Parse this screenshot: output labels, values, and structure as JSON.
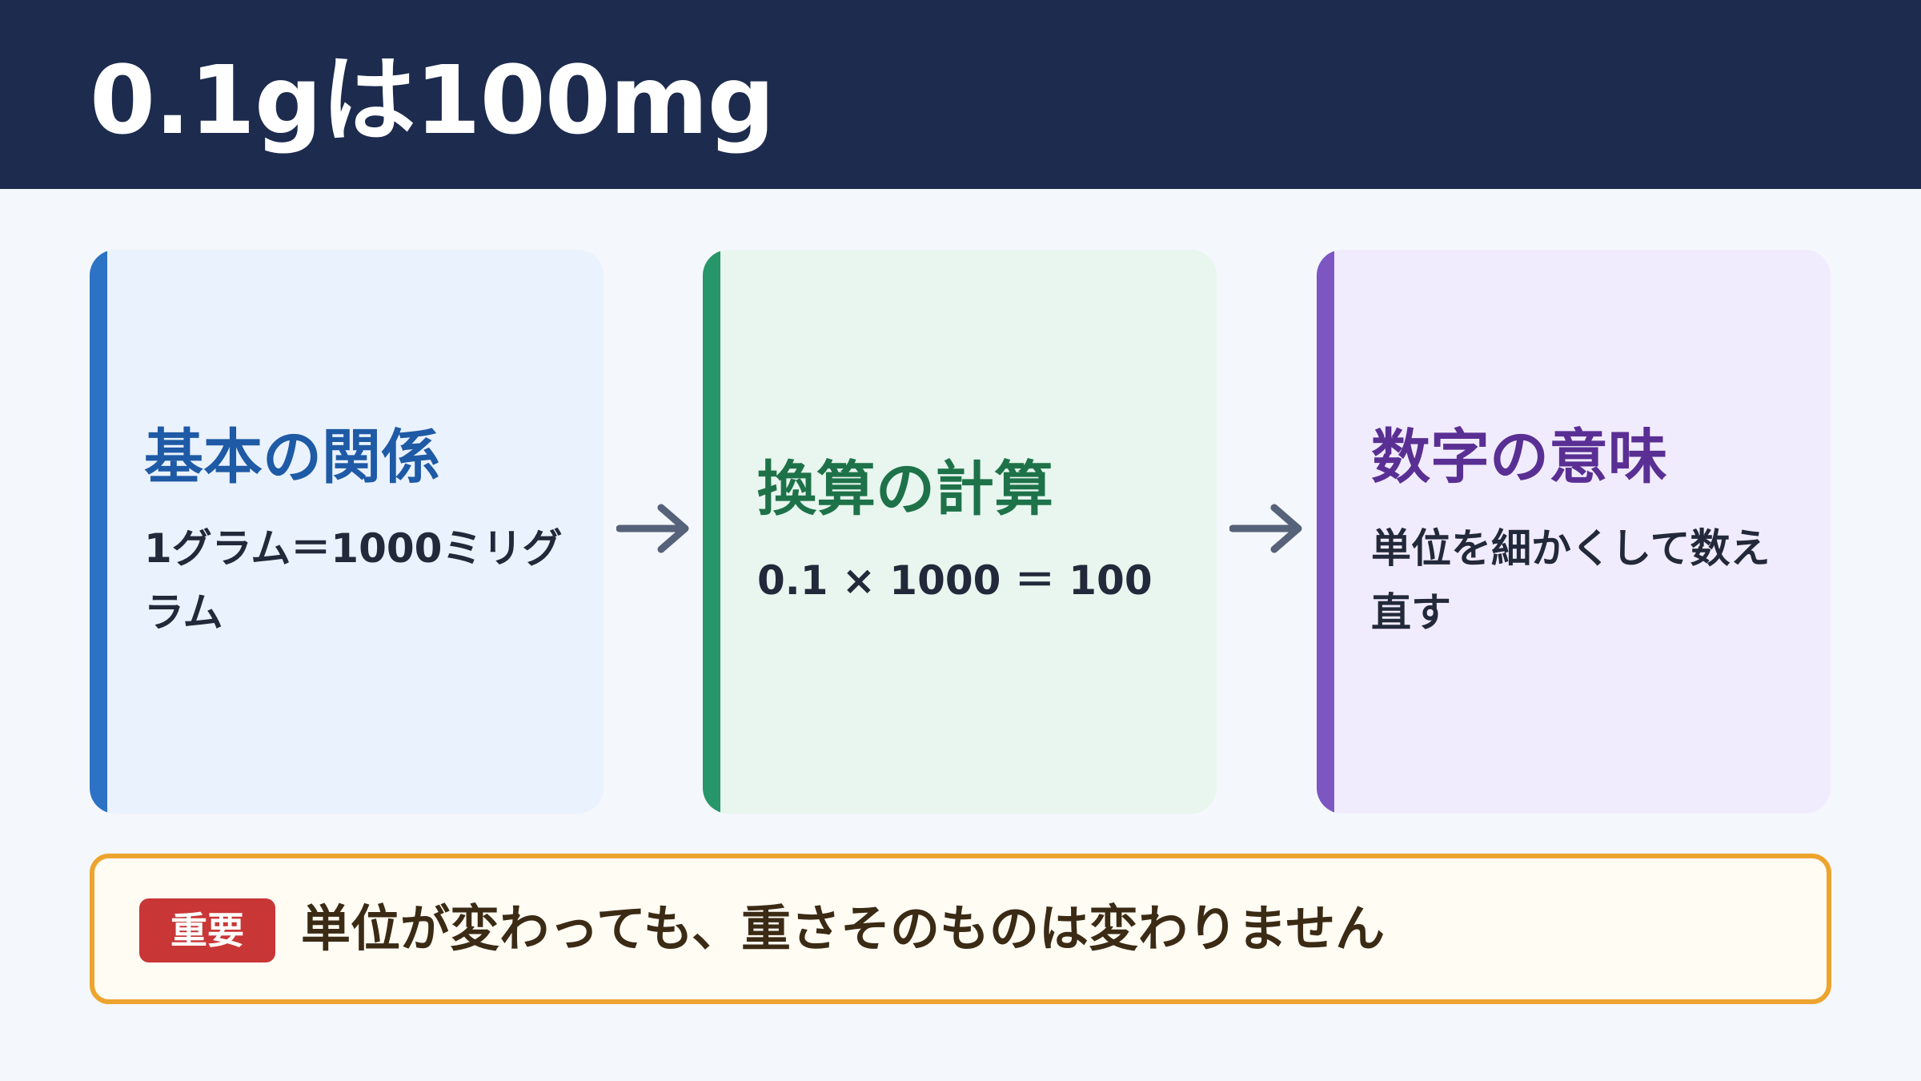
{
  "slide": {
    "title": "0.1gは100mg"
  },
  "cards": [
    {
      "title": "基本の関係",
      "text": "1グラム＝1000ミリグラム",
      "accent_color": "#2c72c5"
    },
    {
      "title": "換算の計算",
      "text": "0.1 × 1000 ＝ 100",
      "accent_color": "#279668"
    },
    {
      "title": "数字の意味",
      "text": "単位を細かくして数え直す",
      "accent_color": "#7d56c2"
    }
  ],
  "note": {
    "badge": "重要",
    "text": "単位が変わっても、重さそのものは変わりません",
    "border_color": "#eda42f",
    "badge_color": "#c93636"
  },
  "icons": {
    "arrow": "arrow-right-icon"
  }
}
